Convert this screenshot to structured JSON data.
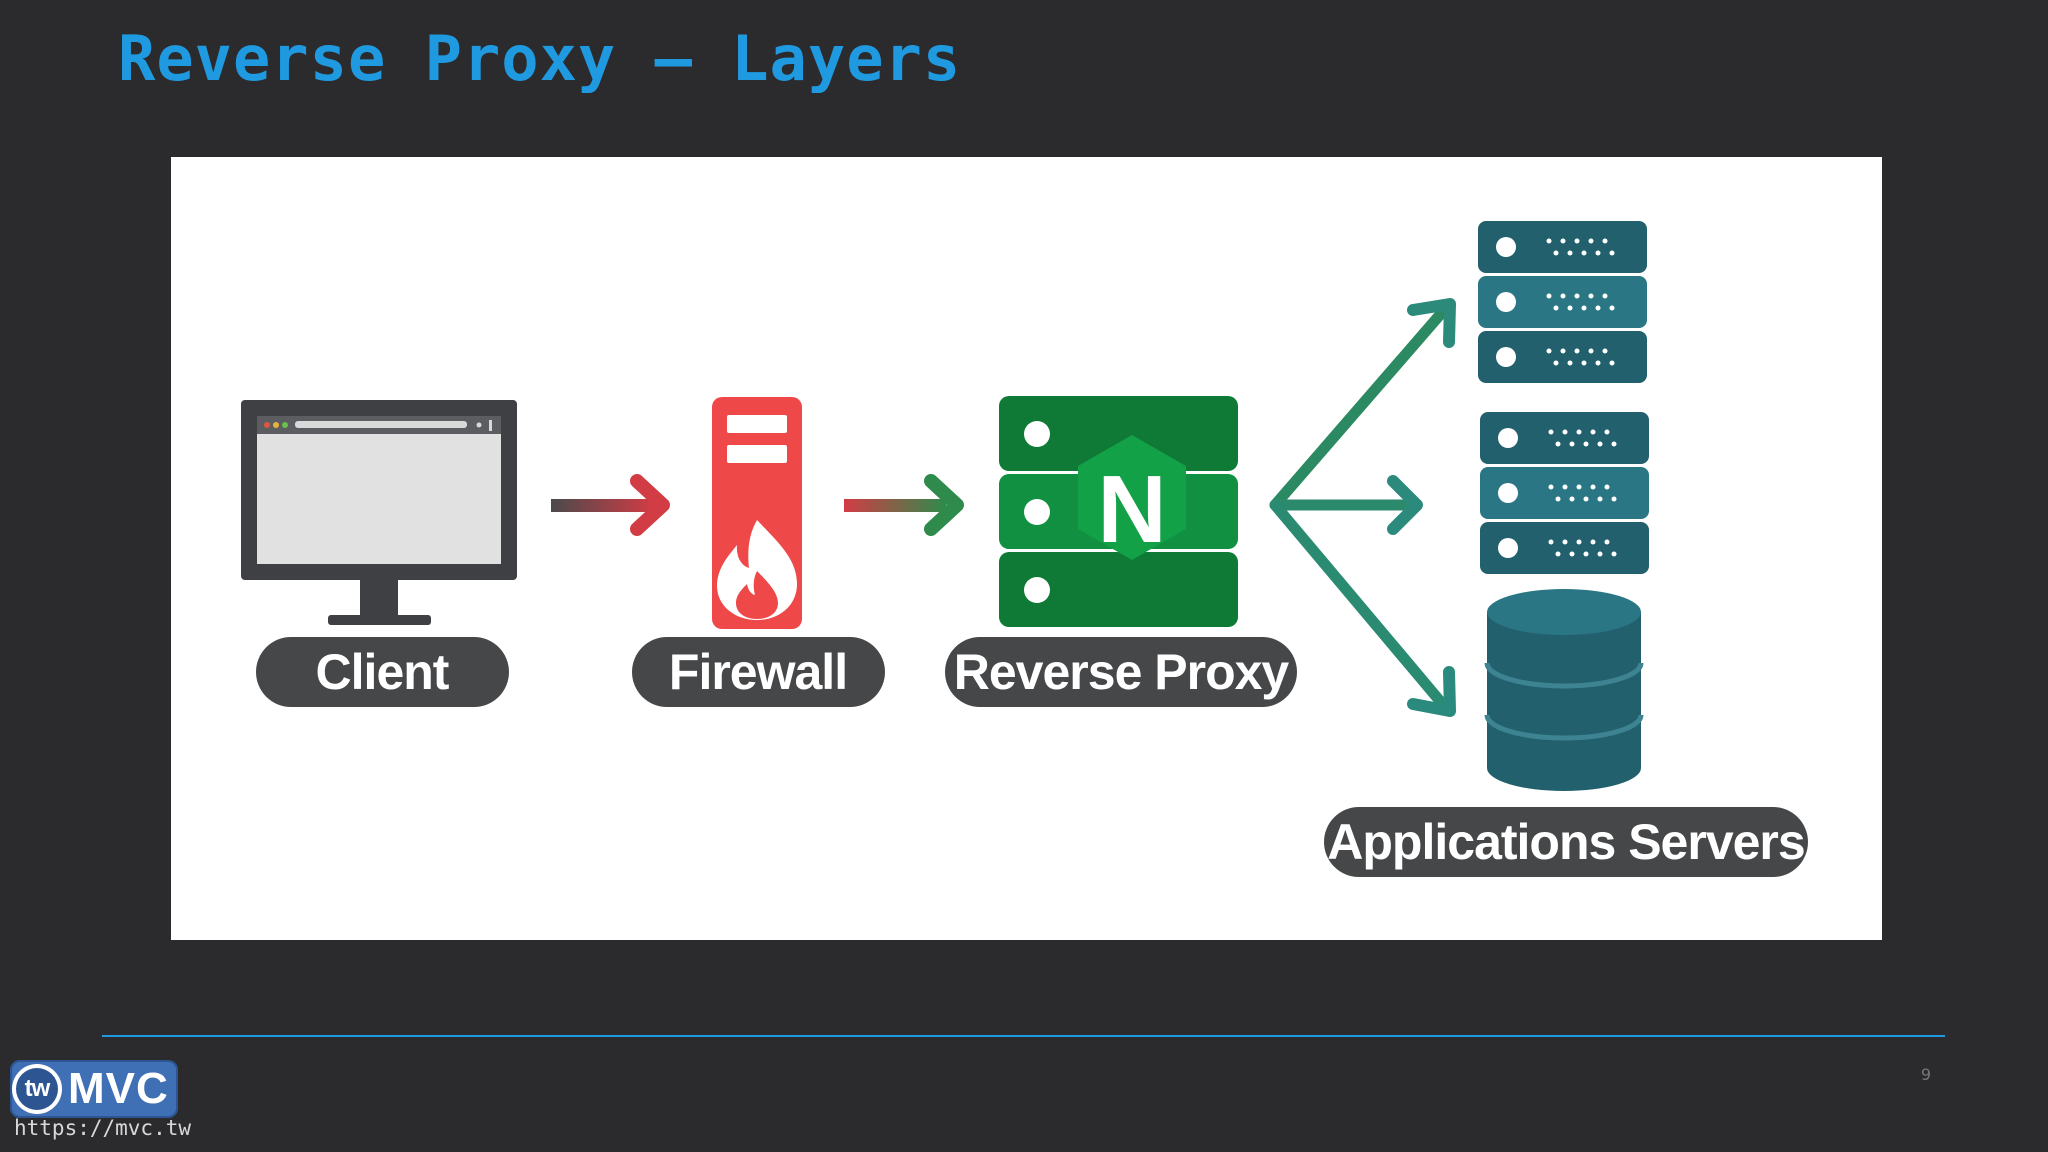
{
  "slide": {
    "title": "Reverse Proxy – Layers",
    "page_number": "9"
  },
  "diagram": {
    "nodes": {
      "client": "Client",
      "firewall": "Firewall",
      "reverse_proxy": "Reverse Proxy",
      "reverse_proxy_logo_letter": "N",
      "app_servers": "Applications Servers"
    },
    "edges": [
      {
        "from": "Client",
        "to": "Firewall"
      },
      {
        "from": "Firewall",
        "to": "Reverse Proxy"
      },
      {
        "from": "Reverse Proxy",
        "to": "Applications Servers"
      },
      {
        "from": "Reverse Proxy",
        "to": "Applications Servers"
      },
      {
        "from": "Reverse Proxy",
        "to": "Applications Servers"
      }
    ],
    "colors": {
      "label_bg": "#454749",
      "firewall": "#ef4848",
      "proxy": "#0f8a3c",
      "server": "#22606e",
      "server_light": "#2b7684",
      "arrow_red": "#cf3c44",
      "arrow_green": "#2e8b4b",
      "arrow_teal": "#2a8a7c"
    }
  },
  "footer": {
    "logo_badge": "tw",
    "logo_text": "MVC",
    "url": "https://mvc.tw"
  }
}
